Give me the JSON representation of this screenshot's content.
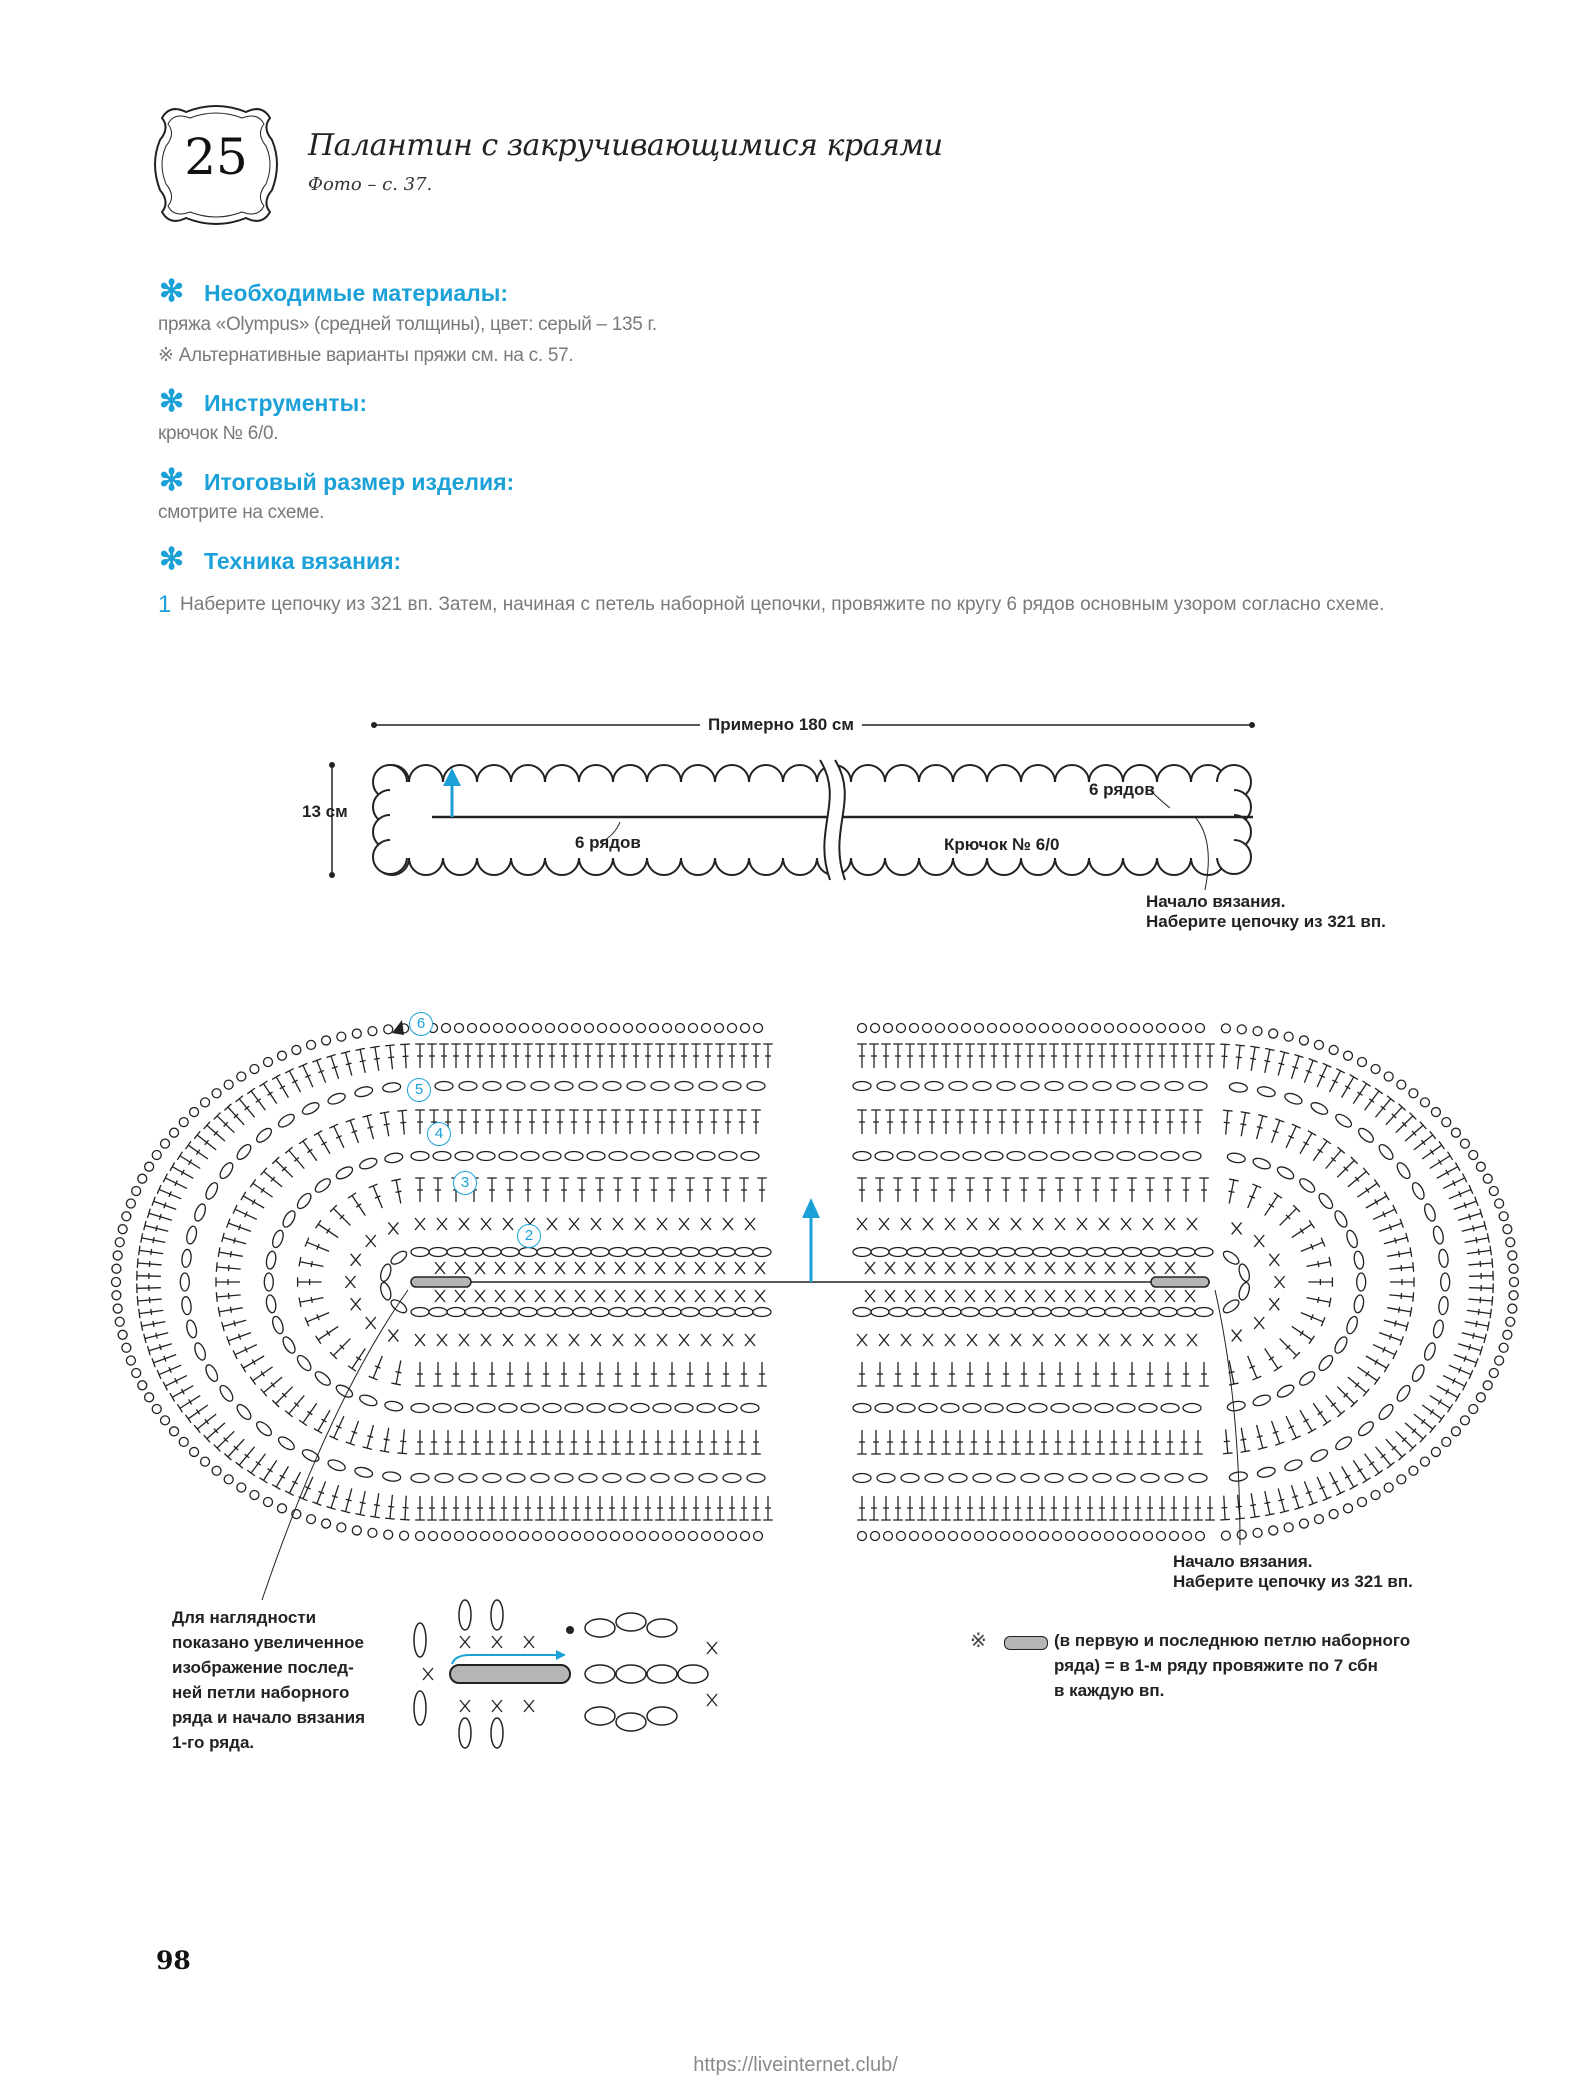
{
  "header": {
    "pattern_number": "25",
    "title": "Палантин с закручивающимися краями",
    "photo_ref": "Фото – с. 37."
  },
  "sections": [
    {
      "icon": "asterisk-icon",
      "heading": "Необходимые материалы:",
      "lines": [
        "пряжа «Olympus» (средней толщины), цвет: серый – 135 г.",
        "※ Альтернативные варианты пряжи см. на с. 57."
      ]
    },
    {
      "icon": "asterisk-icon",
      "heading": "Инструменты:",
      "lines": [
        "крючок № 6/0."
      ]
    },
    {
      "icon": "asterisk-icon",
      "heading": "Итоговый размер изделия:",
      "lines": [
        "смотрите на схеме."
      ]
    },
    {
      "icon": "asterisk-icon",
      "heading": "Техника вязания:",
      "lines": []
    }
  ],
  "steps": [
    {
      "number": "1",
      "text": "Наберите цепочку из 321 вп. Затем, начиная с петель наборной цепочки, провяжите по кругу 6 рядов основным узором согласно схеме."
    }
  ],
  "schematic": {
    "width_label": "Примерно 180 см",
    "height_label": "13 см",
    "rows_left": "6 рядов",
    "rows_right": "6 рядов",
    "hook_label": "Крючок № 6/0",
    "start_line1": "Начало вязания.",
    "start_line2": "Наберите цепочку из 321 вп."
  },
  "chart": {
    "row_numbers": [
      "6",
      "5",
      "4",
      "3",
      "2"
    ],
    "start_line1": "Начало вязания.",
    "start_line2": "Наберите цепочку из 321 вп.",
    "detail_caption": [
      "Для наглядности",
      "показано увеличенное",
      "изображение послед-",
      "ней петли наборного",
      "ряда и начало вязания",
      "1-го ряда."
    ],
    "legend_mark": "※",
    "legend_lines": [
      "(в первую и последнюю петлю наборного",
      "ряда) = в 1-м ряду провяжите по 7 сбн",
      "в каждую вп."
    ]
  },
  "colors": {
    "accent": "#1ba1d8",
    "text_gray": "#7a7a7a",
    "ink": "#222222",
    "swatch_gray": "#b5b5b5"
  },
  "footer": {
    "page_number": "98",
    "url": "https://liveinternet.club/"
  }
}
